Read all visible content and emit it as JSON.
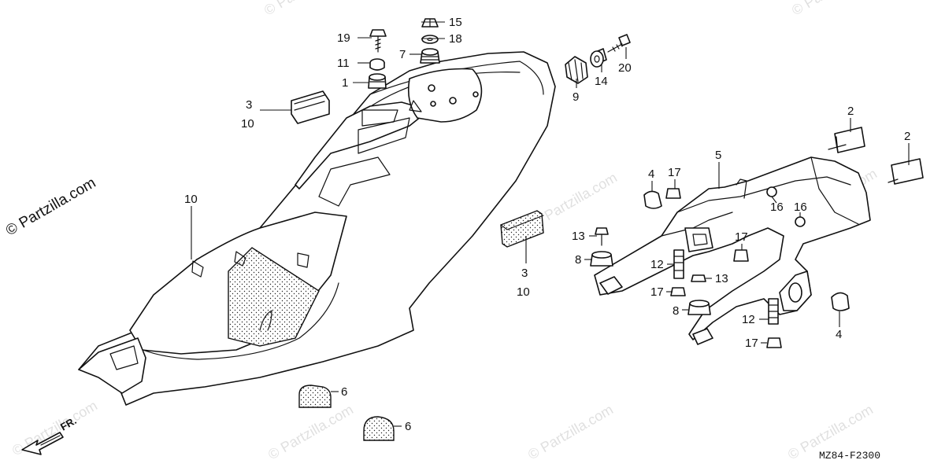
{
  "diagram": {
    "code": "MZ84-F2300",
    "front_marker": "FR.",
    "watermark_main": "© Partzilla.com",
    "watermark_small": "© Partzilla.com",
    "callouts": {
      "c15": "15",
      "c18": "18",
      "c19": "19",
      "c7": "7",
      "c11": "11",
      "c1": "1",
      "c9": "9",
      "c14": "14",
      "c20": "20",
      "c3a": "3",
      "c10a": "10",
      "c10b": "10",
      "c2a": "2",
      "c2b": "2",
      "c5": "5",
      "c4a": "4",
      "c17a": "17",
      "c16a": "16",
      "c16b": "16",
      "c17b": "17",
      "c13a": "13",
      "c8a": "8",
      "c12a": "12",
      "c3b": "3",
      "c10c": "10",
      "c13b": "13",
      "c17c": "17",
      "c8b": "8",
      "c12b": "12",
      "c17d": "17",
      "c4b": "4",
      "c6a": "6",
      "c6b": "6"
    }
  }
}
